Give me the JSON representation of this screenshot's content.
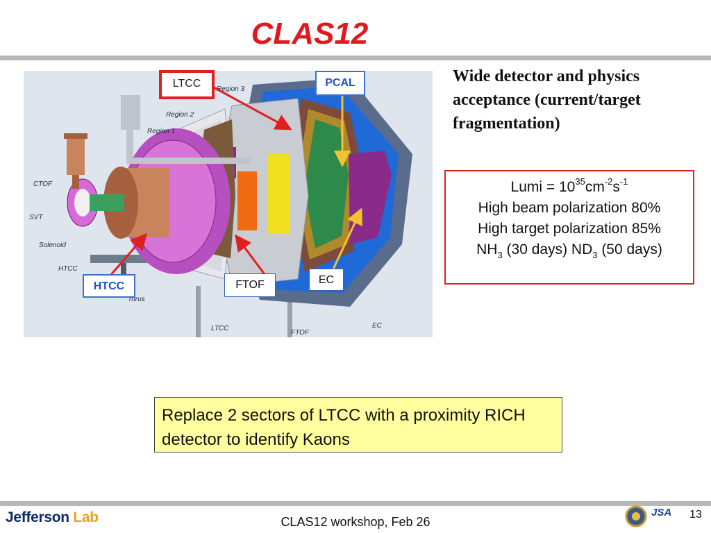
{
  "slide": {
    "title": "CLAS12",
    "page_number": "13"
  },
  "figure": {
    "callouts": {
      "ltcc": "LTCC",
      "pcal": "PCAL",
      "htcc": "HTCC",
      "ftof": "FTOF",
      "ec": "EC"
    },
    "labels": {
      "region3": "Region 3",
      "region2": "Region 2",
      "region1": "Region 1",
      "ctof": "CTOF",
      "svt": "SVT",
      "solenoid": "Solenoid",
      "htcc": "HTCC",
      "torus": "Torus",
      "ltcc": "LTCC",
      "ftof": "FTOF",
      "ec": "EC"
    }
  },
  "physics_text": "Wide detector and physics acceptance (current/target fragmentation)",
  "lumi_box": {
    "lumi_prefix": "Lumi = 10",
    "lumi_exp": "35",
    "lumi_cm": "cm",
    "lumi_cm_exp": "-2",
    "lumi_s": "s",
    "lumi_s_exp": "-1",
    "beam_pol": "High beam polarization 80%",
    "target_pol": "High target polarization 85%",
    "nh": "NH",
    "nh_sub": "3",
    "nh_rest": " (30 days) ND",
    "nd_sub": "3",
    "nd_rest": " (50 days)"
  },
  "proposal": "Replace 2 sectors of LTCC with a proximity RICH detector to identify Kaons",
  "footer": {
    "text": "CLAS12 workshop,  Feb 26",
    "lab_name_a": "Jefferson ",
    "lab_name_b": "Lab",
    "partner_mark": "JSA"
  }
}
